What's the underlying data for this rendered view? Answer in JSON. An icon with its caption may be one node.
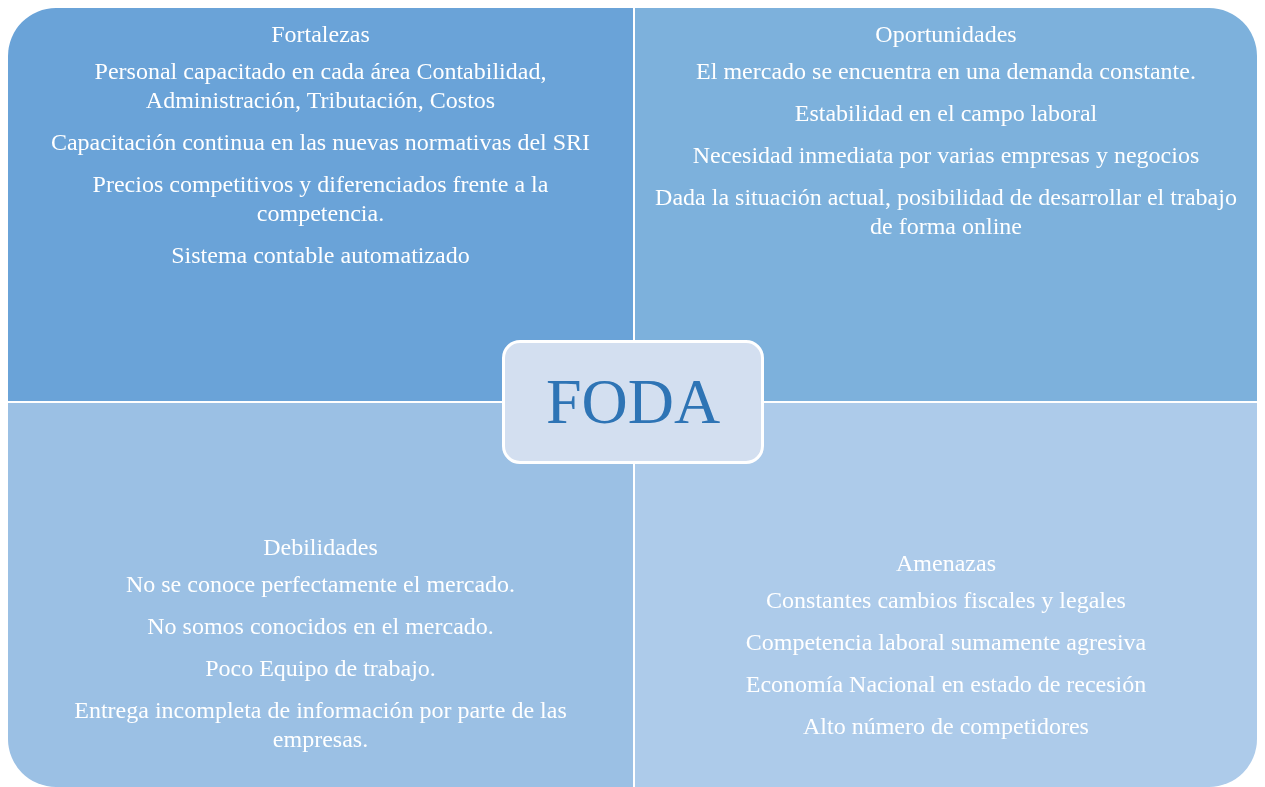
{
  "diagram": {
    "nodes": [
      {
        "text": [
          "Fortalezas",
          "Personal capacitado en cada área Contabilidad, Administración, Tributación, Costos",
          "Capacitación continua en las nuevas normativas del SRI",
          "Precios competitivos y diferenciados frente a la competencia.",
          "Sistema contable automatizado"
        ]
      },
      {
        "text": [
          "Oportunidades",
          "El mercado se encuentra en una demanda constante.",
          "Estabilidad en el campo laboral",
          "Necesidad inmediata por varias empresas y negocios",
          "Dada la situación actual, posibilidad de desarrollar el trabajo de forma online"
        ]
      },
      {
        "text": [
          "Debilidades",
          "No se conoce perfectamente el mercado.",
          "No somos conocidos en el mercado.",
          "Poco Equipo de trabajo.",
          "Entrega incompleta de información por parte de las empresas."
        ]
      },
      {
        "text": [
          "Amenazas",
          "Constantes cambios fiscales y legales",
          "Competencia laboral sumamente agresiva",
          "Economía Nacional en estado de recesión",
          "Alto número de competidores"
        ]
      },
      {
        "text": [
          "FODA"
        ]
      }
    ]
  }
}
